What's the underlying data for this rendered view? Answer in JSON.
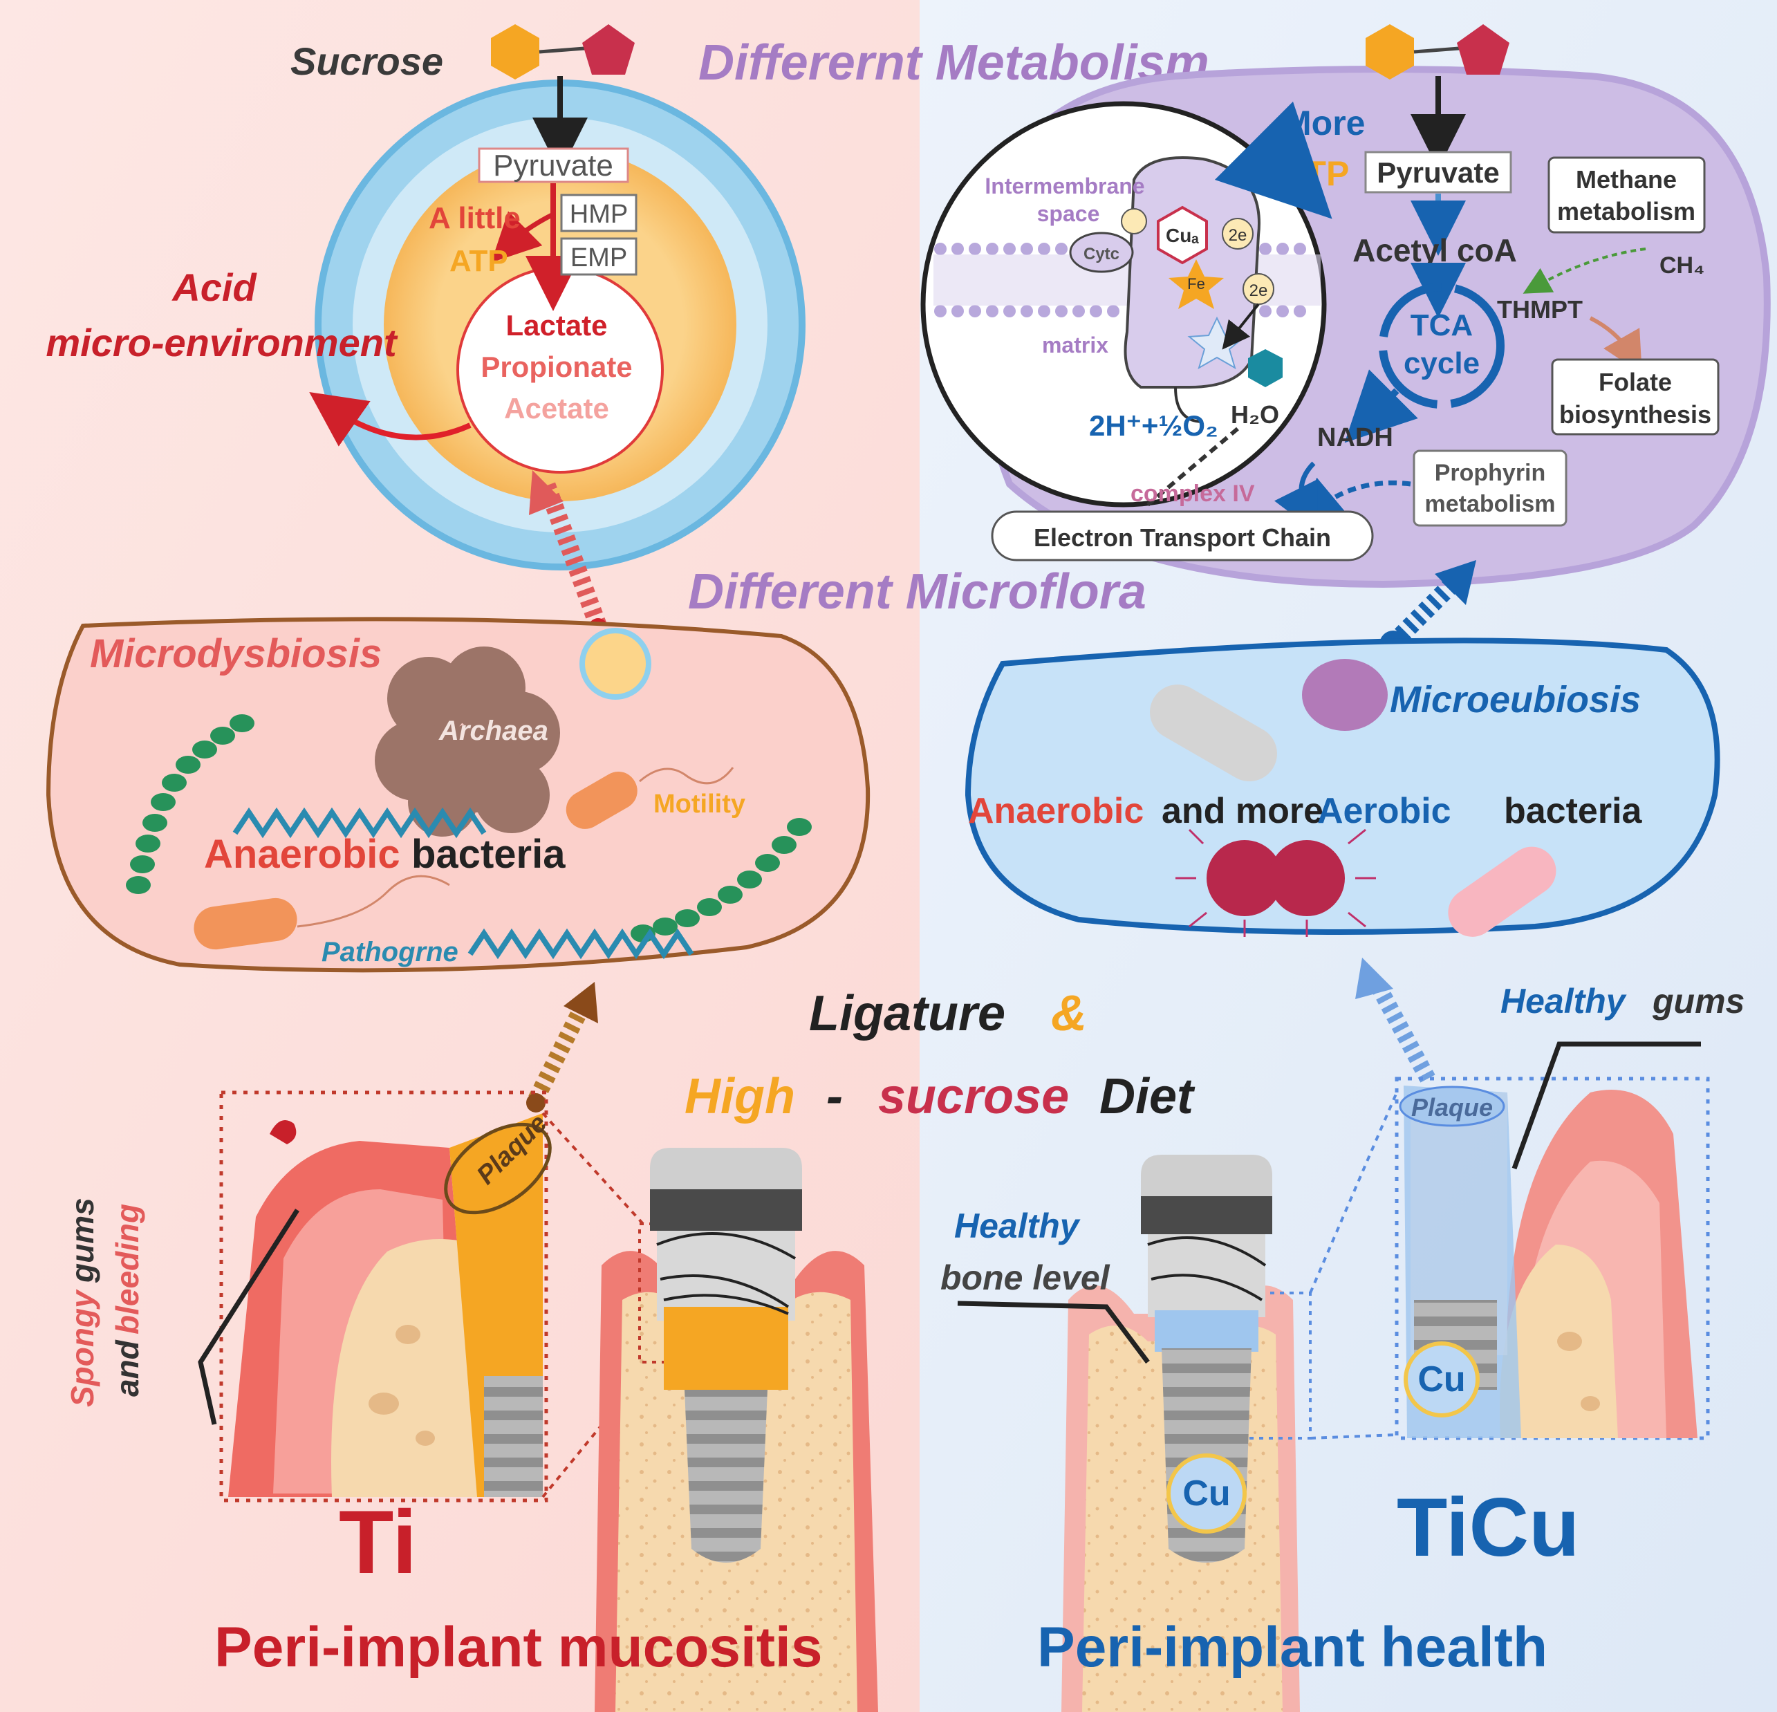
{
  "headings": {
    "metabolism": "Differernt Metabolism",
    "microflora": "Different Microflora",
    "condition_line1_a": "Ligature",
    "condition_line1_b": "&",
    "condition_line2_a": "High",
    "condition_line2_b": "-",
    "condition_line2_c": "sucrose",
    "condition_line2_d": "Diet"
  },
  "left": {
    "sucrose": "Sucrose",
    "pyruvate": "Pyruvate",
    "a_little": "A little",
    "atp": "ATP",
    "hmp": "HMP",
    "emp": "EMP",
    "lactate": "Lactate",
    "propionate": "Propionate",
    "acetate": "Acetate",
    "acid_line1": "Acid",
    "acid_line2": "micro-environment",
    "microdysbiosis": "Microdysbiosis",
    "archaea": "Archaea",
    "motility": "Motility",
    "anaerobic": "Anaerobic",
    "bacteria": "bacteria",
    "pathogen": "Pathogrne",
    "plaque": "Plaque",
    "gums_a": "Spongy",
    "gums_b": "gums",
    "gums_c": "and",
    "gums_d": "bleeding",
    "material": "Ti",
    "outcome": "Peri-implant mucositis"
  },
  "right": {
    "more": "More",
    "atp": "ATP",
    "pyruvate": "Pyruvate",
    "acetyl": "Acetyl coA",
    "tca1": "TCA",
    "tca2": "cycle",
    "nadh": "NADH",
    "methane1": "Methane",
    "methane2": "metabolism",
    "ch4": "CH₄",
    "thmpt": "THMPT",
    "folate1": "Folate",
    "folate2": "biosynthesis",
    "prophyrin1": "Prophyrin",
    "prophyrin2": "metabolism",
    "etc": "Electron Transport Chain",
    "intermembrane1": "Intermembrane",
    "intermembrane2": "space",
    "matrix": "matrix",
    "cytc": "Cytc",
    "cua": "Cuₐ",
    "e2": "2e",
    "fe": "Fe",
    "reaction": "2H⁺+½O₂",
    "h2o": "H₂O",
    "complex": "complex IV",
    "microeubiosis": "Microeubiosis",
    "anaerobic": "Anaerobic",
    "and_more": "and more",
    "aerobic": "Aerobic",
    "bacteria": "bacteria",
    "healthy_a": "Healthy",
    "healthy_b": "gums",
    "plaque": "Plaque",
    "cu": "Cu",
    "bone_a": "Healthy",
    "bone_b": "bone level",
    "material": "TiCu",
    "outcome": "Peri-implant health"
  },
  "colors": {
    "left_bg": "#fce4e1",
    "right_bg": "#e4edf8",
    "purple_title": "#a57cc4",
    "red": "#d0202a",
    "blue": "#1763b0",
    "orange": "#f5a623",
    "pink_red": "#c8304c"
  }
}
